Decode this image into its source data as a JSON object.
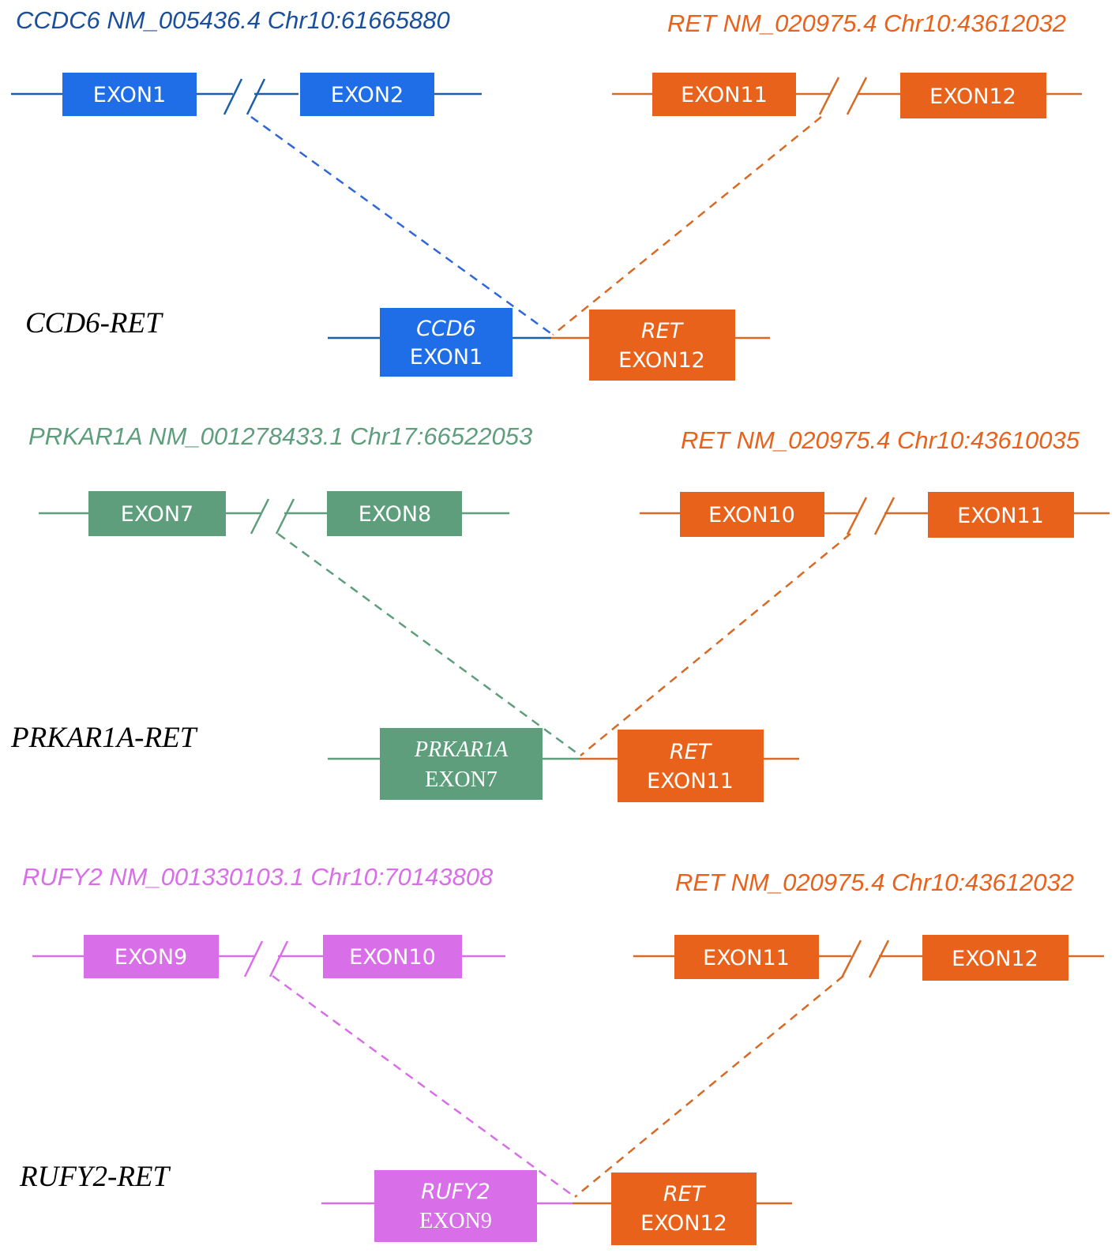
{
  "colors": {
    "ccdc6": "#1f6ee8",
    "ccdc6_header": "#1b4f9c",
    "prkar1a": "#5e9e7c",
    "rufy2": "#d86ee8",
    "ret": "#e8621c",
    "fusion_label": "#000000",
    "exon_text": "#ffffff"
  },
  "panels": [
    {
      "fusion_label": "CCD6-RET",
      "partner": {
        "header": "CCDC6 NM_005436.4 Chr10:61665880",
        "exon_a": "EXON1",
        "exon_b": "EXON2"
      },
      "ret": {
        "header": "RET NM_020975.4 Chr10:43612032",
        "exon_a": "EXON11",
        "exon_b": "EXON12"
      },
      "fused": {
        "partner_gene": "CCD6",
        "partner_exon": "EXON1",
        "ret_gene": "RET",
        "ret_exon": "EXON12"
      }
    },
    {
      "fusion_label": "PRKAR1A-RET",
      "partner": {
        "header": "PRKAR1A NM_001278433.1 Chr17:66522053",
        "exon_a": "EXON7",
        "exon_b": "EXON8"
      },
      "ret": {
        "header": "RET NM_020975.4 Chr10:43610035",
        "exon_a": "EXON10",
        "exon_b": "EXON11"
      },
      "fused": {
        "partner_gene": "PRKAR1A",
        "partner_exon": "EXON7",
        "ret_gene": "RET",
        "ret_exon": "EXON11"
      }
    },
    {
      "fusion_label": "RUFY2-RET",
      "partner": {
        "header": "RUFY2 NM_001330103.1 Chr10:70143808",
        "exon_a": "EXON9",
        "exon_b": "EXON10"
      },
      "ret": {
        "header": "RET NM_020975.4 Chr10:43612032",
        "exon_a": "EXON11",
        "exon_b": "EXON12"
      },
      "fused": {
        "partner_gene": "RUFY2",
        "partner_exon": "EXON9",
        "ret_gene": "RET",
        "ret_exon": "EXON12"
      }
    }
  ]
}
